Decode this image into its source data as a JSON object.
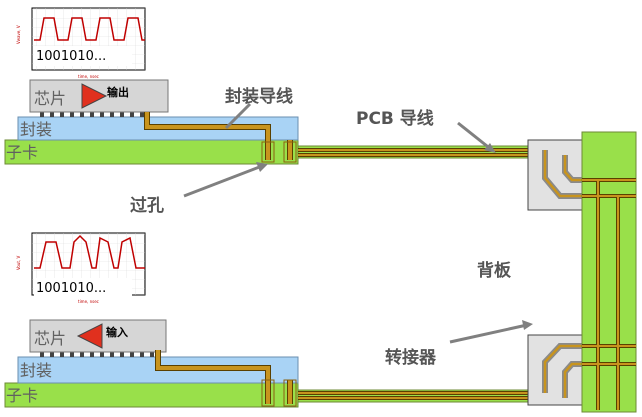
{
  "labels": {
    "package_trace": "封装导线",
    "pcb_trace": "PCB 导线",
    "via": "过孔",
    "backplane": "背板",
    "connector": "转接器"
  },
  "top": {
    "chip": "芯片",
    "io": "输出",
    "package": "封装",
    "card": "子卡",
    "bits": "1001010...",
    "wave_ylabel": "Vwave, V",
    "wave_xlabel": "time, nsec"
  },
  "bottom": {
    "chip": "芯片",
    "io": "输入",
    "package": "封装",
    "card": "子卡",
    "bits": "1001010...",
    "wave_ylabel": "Vout, V",
    "wave_xlabel": "time, nsec"
  },
  "colors": {
    "card_green": "#99e04a",
    "package_blue": "#a9d3f5",
    "chip_gray": "#d6d6d6",
    "trace_gold": "#c8941e",
    "driver_red": "#e0301e",
    "wave_red": "#c00000"
  }
}
